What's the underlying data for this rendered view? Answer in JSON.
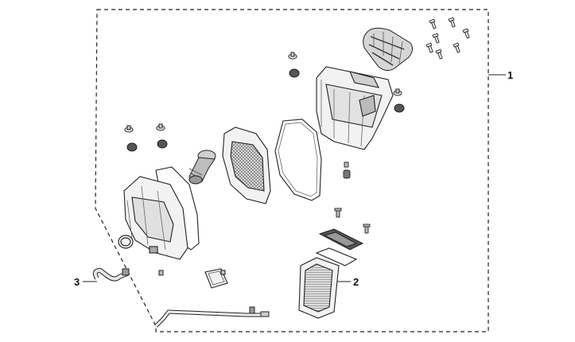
{
  "diagram": {
    "callouts": [
      {
        "id": "callout-1",
        "label": "1"
      },
      {
        "id": "callout-2",
        "label": "2"
      },
      {
        "id": "callout-3",
        "label": "3"
      }
    ],
    "colors": {
      "line": "#222222",
      "fill_light": "#f2f2f2",
      "fill_mid": "#d6d6d6",
      "fill_dark": "#8a8a8a"
    }
  }
}
